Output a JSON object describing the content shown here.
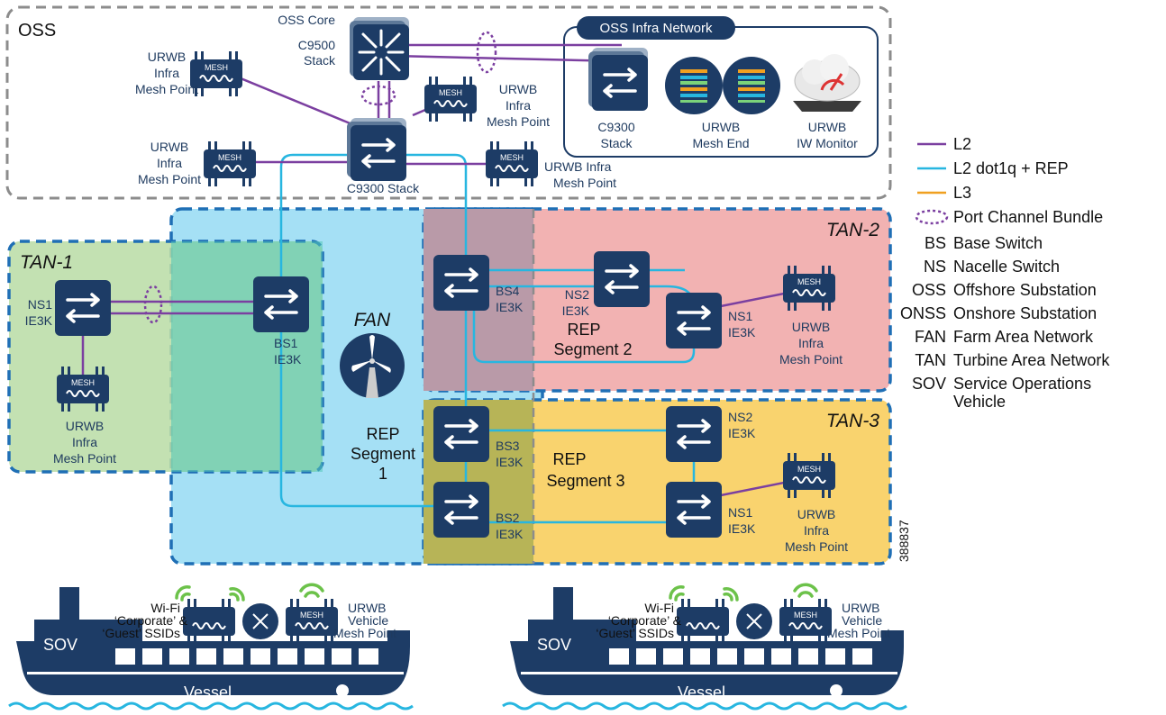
{
  "areas": {
    "oss": "OSS",
    "oss_infra_network": "OSS Infra Network",
    "tan1": "TAN-1",
    "tan2": "TAN-2",
    "tan3": "TAN-3",
    "fan": "FAN"
  },
  "nodes": {
    "oss_core": [
      "OSS Core",
      "C9500",
      "Stack"
    ],
    "c9300_center": "C9300 Stack",
    "c9300_infra": [
      "C9300",
      "Stack"
    ],
    "urwb_mesh_end": [
      "URWB",
      "Mesh End"
    ],
    "urwb_iw_monitor": [
      "URWB",
      "IW Monitor"
    ],
    "mesh_topleft": [
      "URWB",
      "Infra",
      "Mesh Point"
    ],
    "mesh_center": [
      "URWB",
      "Infra",
      "Mesh Point"
    ],
    "mesh_left": [
      "URWB",
      "Infra",
      "Mesh Point"
    ],
    "mesh_right": [
      "URWB Infra",
      "Mesh Point"
    ],
    "tan1_ns1": [
      "NS1",
      "IE3K"
    ],
    "tan1_mesh": [
      "URWB",
      "Infra",
      "Mesh Point"
    ],
    "bs1": [
      "BS1",
      "IE3K"
    ],
    "bs4": [
      "BS4",
      "IE3K"
    ],
    "tan2_ns2": [
      "NS2",
      "IE3K"
    ],
    "tan2_ns1": [
      "NS1",
      "IE3K"
    ],
    "tan2_mesh": [
      "URWB",
      "Infra",
      "Mesh Point"
    ],
    "bs3": [
      "BS3",
      "IE3K"
    ],
    "bs2": [
      "BS2",
      "IE3K"
    ],
    "tan3_ns2": [
      "NS2",
      "IE3K"
    ],
    "tan3_ns1": [
      "NS1",
      "IE3K"
    ],
    "tan3_mesh": [
      "URWB",
      "Infra",
      "Mesh Point"
    ],
    "mesh_icon_label": "MESH"
  },
  "segments": {
    "rep1": [
      "REP",
      "Segment",
      "1"
    ],
    "rep2": [
      "REP",
      "Segment 2"
    ],
    "rep3": [
      "REP",
      "Segment 3"
    ]
  },
  "figure_id": "388837",
  "vessels": [
    {
      "sov": "SOV",
      "vessel": "Vessel",
      "wifi": [
        "Wi-Fi",
        "‘Corporate’ &",
        "‘Guest’ SSIDs"
      ],
      "urwb": [
        "URWB",
        "Vehicle",
        "Mesh Point"
      ]
    },
    {
      "sov": "SOV",
      "vessel": "Vessel",
      "wifi": [
        "Wi-Fi",
        "‘Corporate’ &",
        "‘Guest’ SSIDs"
      ],
      "urwb": [
        "URWB",
        "Vehicle",
        "Mesh Point"
      ]
    }
  ],
  "legend": {
    "lines": [
      {
        "label": "L2",
        "color": "#7b3fa0"
      },
      {
        "label": "L2 dot1q + REP",
        "color": "#27b6e0"
      },
      {
        "label": "L3",
        "color": "#f0a020"
      },
      {
        "label": "Port Channel Bundle",
        "color": "#7b3fa0"
      }
    ],
    "abbreviations": [
      {
        "key": "BS",
        "value": "Base Switch"
      },
      {
        "key": "NS",
        "value": "Nacelle Switch"
      },
      {
        "key": "OSS",
        "value": "Offshore Substation"
      },
      {
        "key": "ONSS",
        "value": "Onshore Substation"
      },
      {
        "key": "FAN",
        "value": "Farm Area Network"
      },
      {
        "key": "TAN",
        "value": "Turbine Area Network"
      },
      {
        "key": "SOV",
        "value": "Service Operations",
        "value2": "Vehicle"
      }
    ]
  },
  "colors": {
    "navy": "#1d3c66",
    "l2": "#7b3fa0",
    "rep": "#27b6e0",
    "fan_fill": "#a5e0f5",
    "tan1_fill": "#b9dca5",
    "tan2_fill": "#f2b2b2",
    "tan3_fill": "#f9d36e",
    "dash": "#1f6fb5"
  }
}
